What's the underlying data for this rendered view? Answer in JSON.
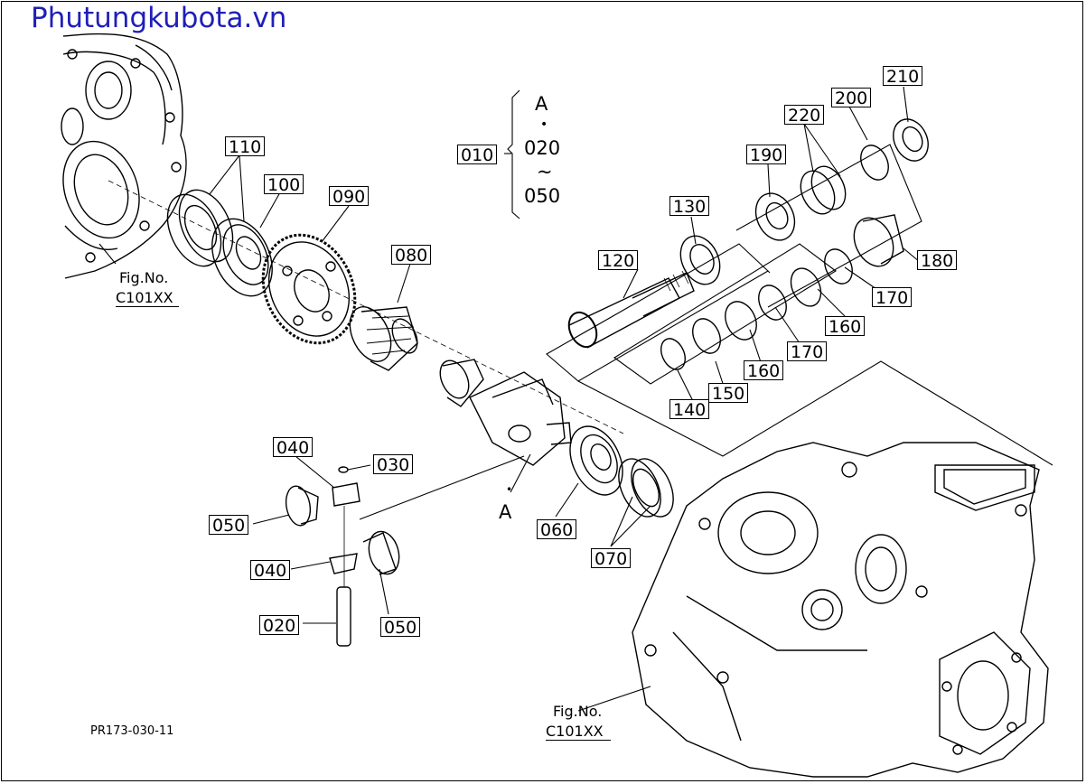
{
  "watermark": "Phutungkubota.vn",
  "document_code": "PR173-030-11",
  "fig_refs": [
    {
      "line1": "Fig.No.",
      "line2": "C101XX"
    },
    {
      "line1": "Fig.No.",
      "line2": "C101XX"
    }
  ],
  "group_note": {
    "top": "A",
    "dot": "•",
    "from": "020",
    "tilde": "~",
    "to": "050"
  },
  "marker_a": "A",
  "callouts": {
    "p010": "010",
    "p020": "020",
    "p030": "030",
    "p040_top": "040",
    "p040_bottom": "040",
    "p050_left": "050",
    "p050_bottom": "050",
    "p060": "060",
    "p070": "070",
    "p080": "080",
    "p090": "090",
    "p100": "100",
    "p110": "110",
    "p120": "120",
    "p130": "130",
    "p140": "140",
    "p150": "150",
    "p160_a": "160",
    "p160_b": "160",
    "p170_a": "170",
    "p170_b": "170",
    "p180": "180",
    "p190": "190",
    "p200": "200",
    "p210": "210",
    "p220": "220"
  },
  "colors": {
    "watermark": "#1f1fb8",
    "line": "#000000",
    "background": "#ffffff"
  }
}
